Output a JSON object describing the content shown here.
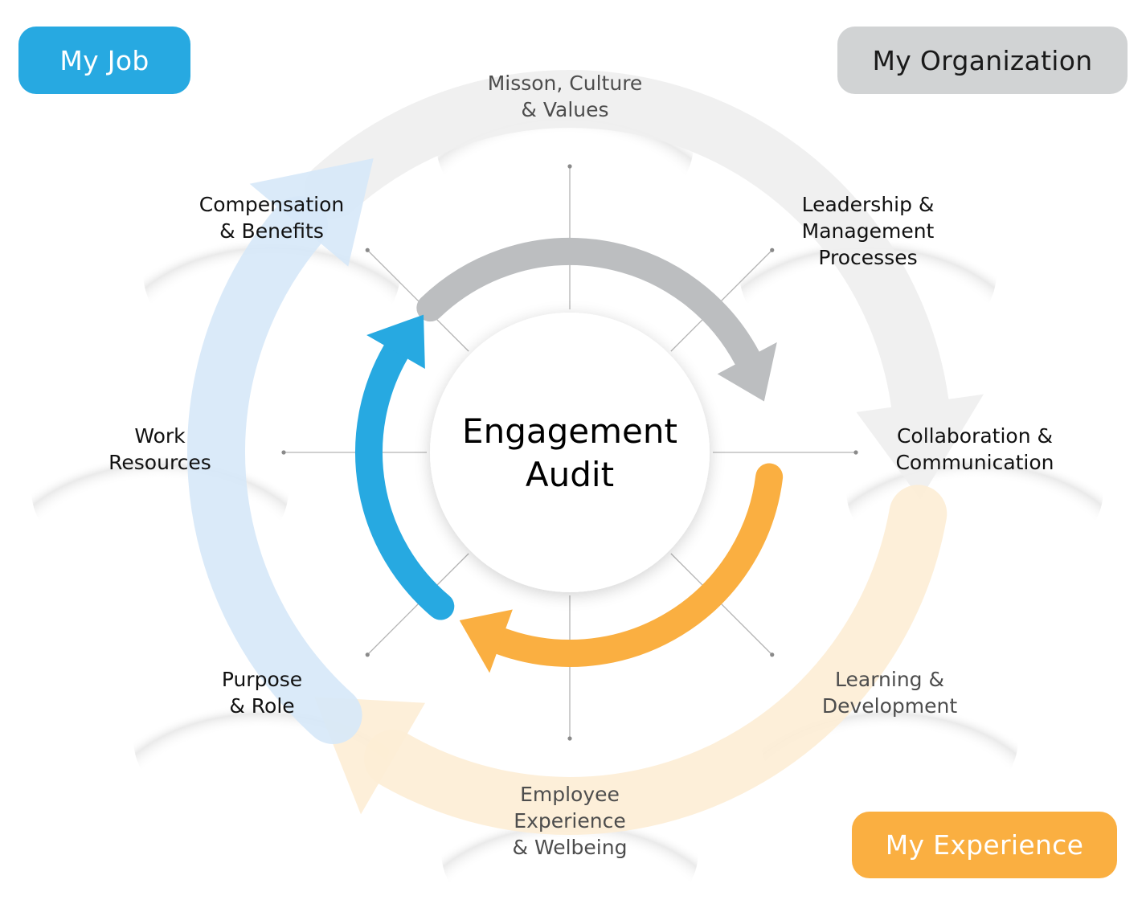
{
  "center": {
    "title": "Engagement\nAudit"
  },
  "categories": {
    "my_job": {
      "label": "My Job",
      "color": "#27a9e1",
      "light_color": "#d6e8f8"
    },
    "my_organization": {
      "label": "My Organization",
      "color": "#bcbec0",
      "light_color": "#efefef"
    },
    "my_experience": {
      "label": "My Experience",
      "color": "#faaf41",
      "light_color": "#fdedd5"
    }
  },
  "segments": [
    {
      "id": "mission",
      "label": "Misson, Culture\n& Values",
      "category": "my_organization"
    },
    {
      "id": "leadership",
      "label": "Leadership &\nManagement\nProcesses",
      "category": "my_organization"
    },
    {
      "id": "collaboration",
      "label": "Collaboration &\nCommunication",
      "category": "my_organization"
    },
    {
      "id": "learning",
      "label": "Learning &\nDevelopment",
      "category": "my_experience"
    },
    {
      "id": "employee_experience",
      "label": "Employee\nExperience\n& Welbeing",
      "category": "my_experience"
    },
    {
      "id": "purpose",
      "label": "Purpose\n& Role",
      "category": "my_job"
    },
    {
      "id": "work_resources",
      "label": "Work\nResources",
      "category": "my_job"
    },
    {
      "id": "compensation",
      "label": "Compensation\n& Benefits",
      "category": "my_job"
    }
  ],
  "colors": {
    "spoke": "#b3b3b3",
    "center_fill": "#ffffff"
  }
}
